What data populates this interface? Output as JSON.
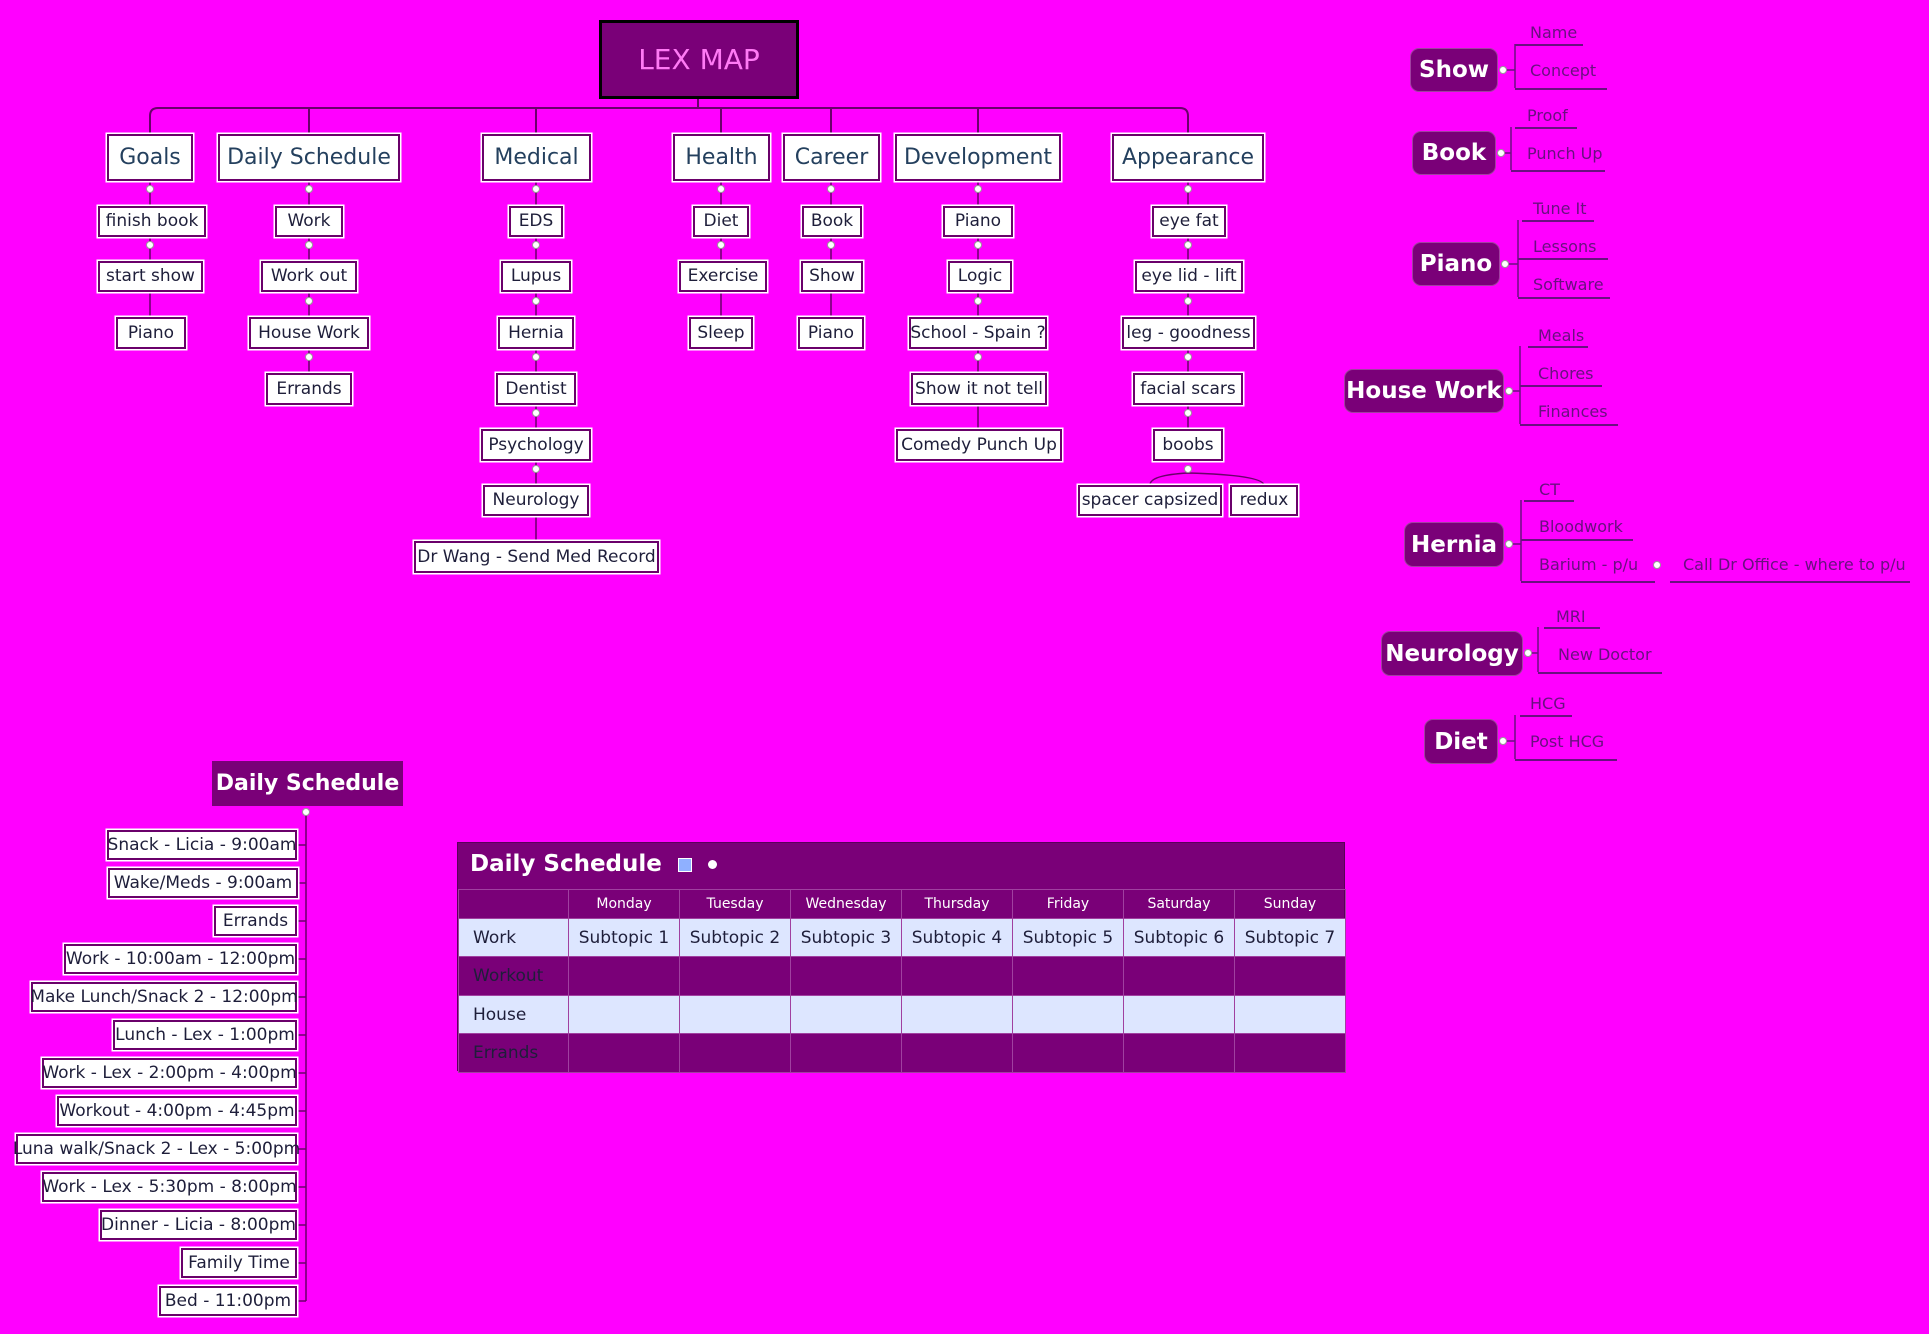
{
  "root": "LEX MAP",
  "categories": [
    {
      "name": "Goals",
      "items": [
        "finish book",
        "start show",
        "Piano"
      ]
    },
    {
      "name": "Daily Schedule",
      "items": [
        "Work",
        "Work out",
        "House Work",
        "Errands"
      ]
    },
    {
      "name": "Medical",
      "items": [
        "EDS",
        "Lupus",
        "Hernia",
        "Dentist",
        "Psychology",
        "Neurology",
        "Dr Wang - Send Med Record"
      ]
    },
    {
      "name": "Health",
      "items": [
        "Diet",
        "Exercise",
        "Sleep"
      ]
    },
    {
      "name": "Career",
      "items": [
        "Book",
        "Show",
        "Piano"
      ]
    },
    {
      "name": "Development",
      "items": [
        "Piano",
        "Logic",
        "School - Spain ?",
        "Show it not tell",
        "Comedy Punch Up"
      ]
    },
    {
      "name": "Appearance",
      "items": [
        "eye fat",
        "eye lid - lift",
        "leg - goodness",
        "facial scars",
        "boobs"
      ],
      "sub": [
        "spacer capsized",
        "redux"
      ]
    }
  ],
  "side_topics": [
    {
      "name": "Show",
      "items": [
        "Name",
        "Concept"
      ]
    },
    {
      "name": "Book",
      "items": [
        "Proof",
        "Punch Up"
      ]
    },
    {
      "name": "Piano",
      "items": [
        "Tune It",
        "Lessons",
        "Software"
      ]
    },
    {
      "name": "House Work",
      "items": [
        "Meals",
        "Chores",
        "Finances"
      ]
    },
    {
      "name": "Hernia",
      "items": [
        "CT",
        "Bloodwork",
        "Barium - p/u"
      ],
      "sub": "Call Dr Office - where to p/u"
    },
    {
      "name": "Neurology",
      "items": [
        "MRI",
        "New Doctor"
      ]
    },
    {
      "name": "Diet",
      "items": [
        "HCG",
        "Post HCG"
      ]
    }
  ],
  "schedule": {
    "title": "Daily Schedule",
    "items": [
      "Snack - Licia - 9:00am",
      "Wake/Meds - 9:00am",
      "Errands",
      "Work - 10:00am - 12:00pm",
      "Make Lunch/Snack 2 - 12:00pm",
      "Lunch - Lex - 1:00pm",
      "Work - Lex - 2:00pm - 4:00pm",
      "Workout - 4:00pm - 4:45pm",
      "Luna walk/Snack 2 - Lex - 5:00pm",
      "Work - Lex - 5:30pm - 8:00pm",
      "Dinner - Licia - 8:00pm",
      "Family Time",
      "Bed - 11:00pm"
    ]
  },
  "table": {
    "title": "Daily Schedule",
    "days": [
      "Monday",
      "Tuesday",
      "Wednesday",
      "Thursday",
      "Friday",
      "Saturday",
      "Sunday"
    ],
    "rows": [
      {
        "name": "Work",
        "cells": [
          "Subtopic 1",
          "Subtopic 2",
          "Subtopic 3",
          "Subtopic 4",
          "Subtopic 5",
          "Subtopic 6",
          "Subtopic 7"
        ]
      },
      {
        "name": "Workout",
        "cells": [
          "",
          "",
          "",
          "",
          "",
          "",
          ""
        ]
      },
      {
        "name": "House",
        "cells": [
          "",
          "",
          "",
          "",
          "",
          "",
          ""
        ]
      },
      {
        "name": "Errands",
        "cells": [
          "",
          "",
          "",
          "",
          "",
          "",
          ""
        ]
      }
    ]
  },
  "colors": {
    "background": "#ff00ff",
    "topic": "#7a0078",
    "line": "#6a1080",
    "table_light": "#dde6ff"
  }
}
